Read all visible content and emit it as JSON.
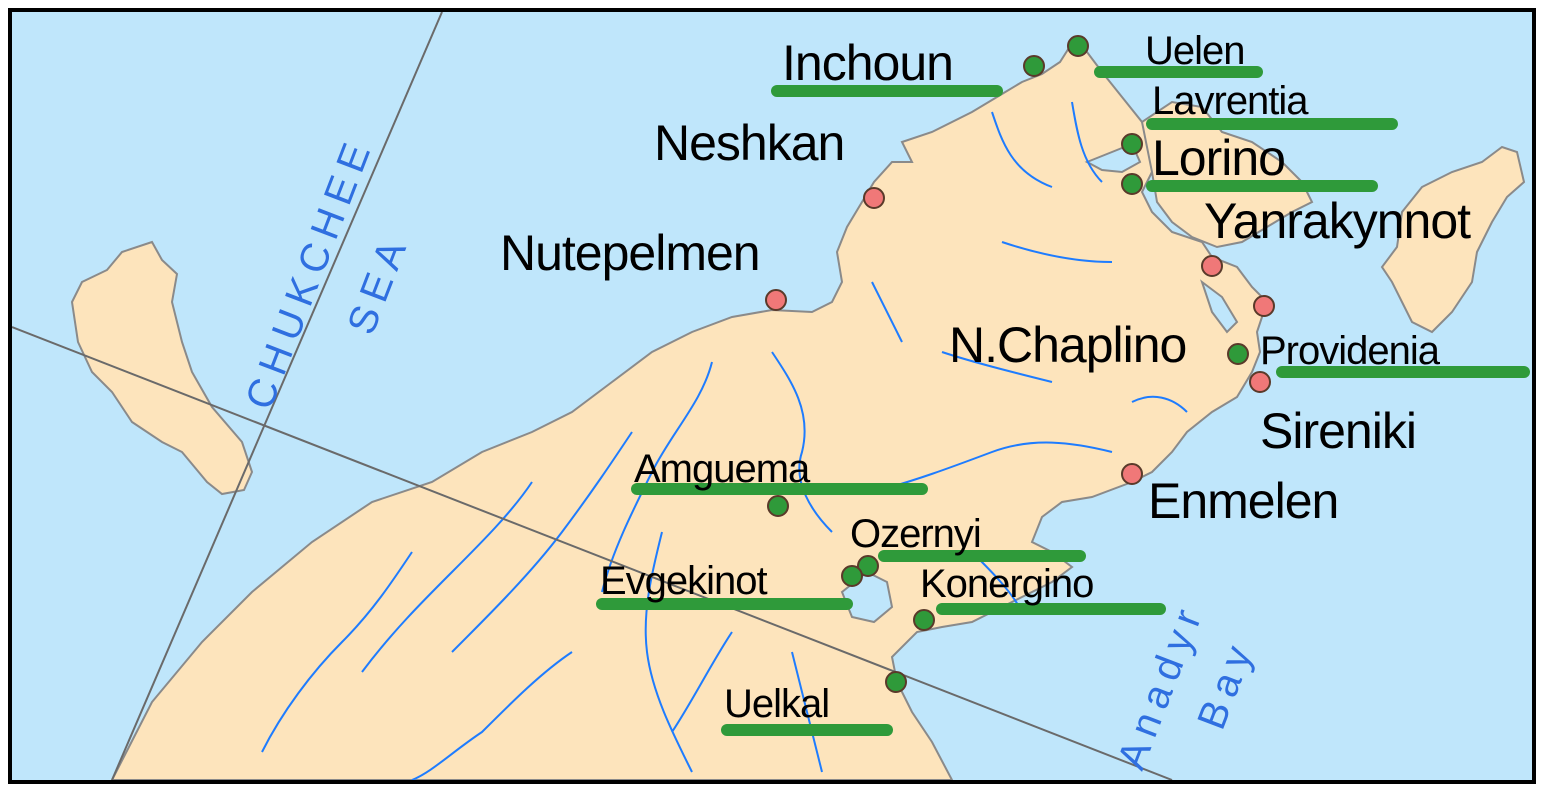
{
  "map": {
    "colors": {
      "sea": "#bfe6fb",
      "land": "#fde4bc",
      "coast": "#8a8a8a",
      "river": "#1e7cff",
      "grid": "#6a6a6a",
      "settlement_marked": "#2f9a3a",
      "settlement_unmarked": "#f07878",
      "underline": "#2f9a3a",
      "sea_label": "#2f6fe0"
    },
    "sea_labels": {
      "chukchee": "CHUKCHEE",
      "sea": "SEA",
      "anadyr": "Anadyr",
      "bay": "Bay"
    },
    "settlements": [
      {
        "id": "inchoun",
        "name": "Inchoun",
        "marker": "green",
        "underlined": true
      },
      {
        "id": "uelen",
        "name": "Uelen",
        "marker": "green",
        "underlined": true
      },
      {
        "id": "lavrentia",
        "name": "Lavrentia",
        "marker": "green",
        "underlined": true
      },
      {
        "id": "neshkan",
        "name": "Neshkan",
        "marker": "red",
        "underlined": false
      },
      {
        "id": "lorino",
        "name": "Lorino",
        "marker": "green",
        "underlined": true
      },
      {
        "id": "yanrakynnot",
        "name": "Yanrakynnot",
        "marker": "red",
        "underlined": false
      },
      {
        "id": "nutepelmen",
        "name": "Nutepelmen",
        "marker": "red",
        "underlined": false
      },
      {
        "id": "nchaplino",
        "name": "N.Chaplino",
        "marker": "green",
        "underlined": false
      },
      {
        "id": "providenia",
        "name": "Providenia",
        "marker": "green",
        "underlined": true
      },
      {
        "id": "sireniki",
        "name": "Sireniki",
        "marker": "red",
        "underlined": false
      },
      {
        "id": "amguema",
        "name": "Amguema",
        "marker": "green",
        "underlined": true
      },
      {
        "id": "enmelen",
        "name": "Enmelen",
        "marker": "red",
        "underlined": false
      },
      {
        "id": "ozernyi",
        "name": "Ozernyi",
        "marker": "green",
        "underlined": true
      },
      {
        "id": "evgekinot",
        "name": "Evgekinot",
        "marker": "green",
        "underlined": true
      },
      {
        "id": "konergino",
        "name": "Konergino",
        "marker": "green",
        "underlined": true
      },
      {
        "id": "uelkal",
        "name": "Uelkal",
        "marker": "green",
        "underlined": true
      }
    ]
  }
}
